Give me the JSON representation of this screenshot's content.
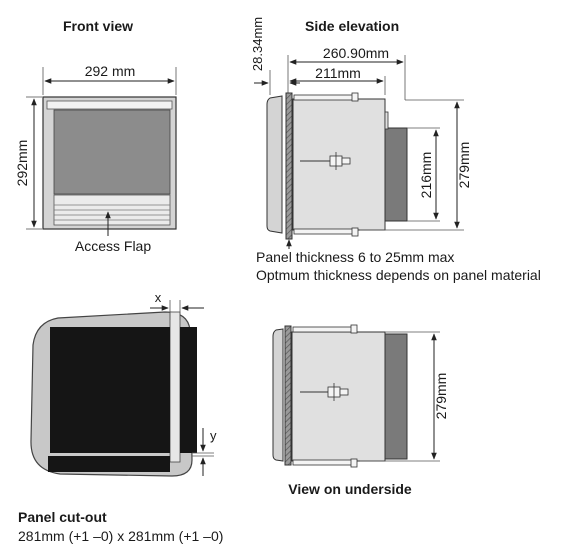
{
  "front_view": {
    "title": "Front view",
    "width_label": "292 mm",
    "height_label": "292mm",
    "flap_label": "Access Flap"
  },
  "side_elevation": {
    "title": "Side elevation",
    "bezel_depth_label": "28.34mm",
    "overall_depth_label": "260.90mm",
    "case_depth_label": "211mm",
    "rear_height_label": "216mm",
    "case_height_label": "279mm",
    "note_line1": "Panel thickness 6 to 25mm max",
    "note_line2": "Optmum thickness depends on panel material"
  },
  "panel_cutout": {
    "x_label": "x",
    "y_label": "y",
    "title": "Panel cut-out",
    "spec": "281mm (+1 –0) x 281mm (+1 –0)"
  },
  "underside": {
    "height_label": "279mm",
    "caption": "View on underside"
  },
  "colors": {
    "bezel": "#d4d4d4",
    "window": "#8c8c8c",
    "case_body": "#e0e0e0",
    "rear_block": "#7a7a7a",
    "cutout_black": "#151515",
    "panel_gray": "#c8c8c8"
  }
}
